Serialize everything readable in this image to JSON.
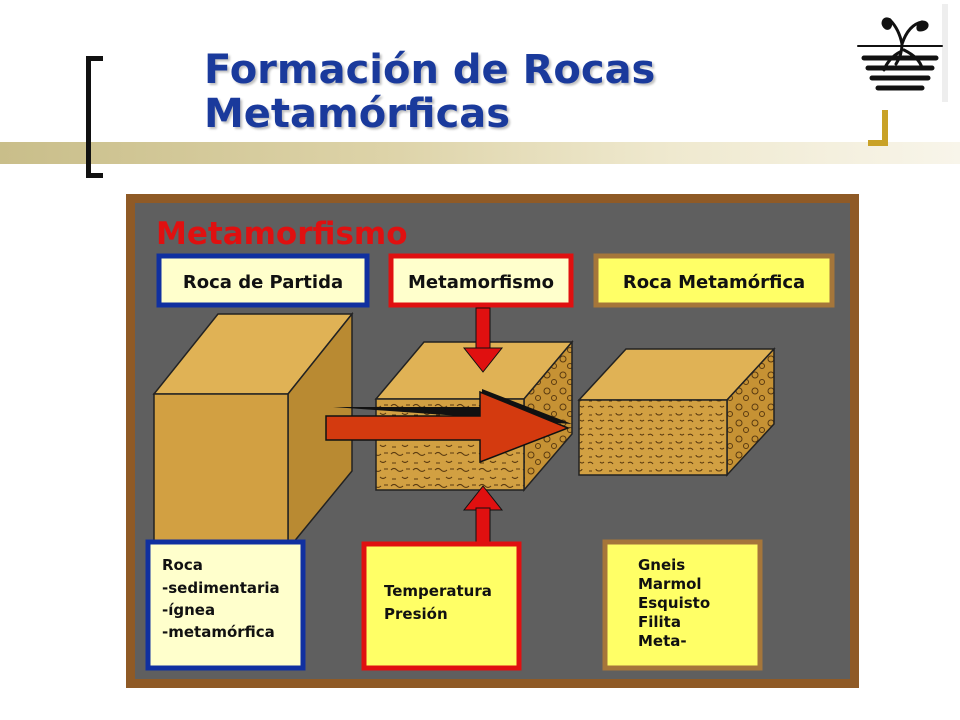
{
  "slide": {
    "title_line1": "Formación de Rocas",
    "title_line2": "Metamórficas"
  },
  "colors": {
    "title": "#1a3a9c",
    "panel_frame": "#8f5a26",
    "panel_bg": "#5f5f5f",
    "heading_red": "#e01010",
    "box_blue": "#1030a0",
    "box_red": "#e01010",
    "box_brown": "#a5763a",
    "box_fill_light": "#ffffcc",
    "box_fill_yellow": "#ffff66",
    "rock": "#d2a042"
  },
  "diagram": {
    "heading": "Metamorfismo",
    "labels": {
      "source_rock": "Roca de Partida",
      "process": "Metamorfismo",
      "result_rock": "Roca Metamórfica"
    },
    "source_box": {
      "title": "Roca",
      "items": [
        "-sedimentaria",
        "-ígnea",
        "-metamórfica"
      ]
    },
    "process_box": {
      "items": [
        "Temperatura",
        "Presión"
      ]
    },
    "result_box": {
      "items": [
        "Gneis",
        "Marmol",
        "Esquisto",
        "Filita",
        "Meta-"
      ]
    }
  }
}
